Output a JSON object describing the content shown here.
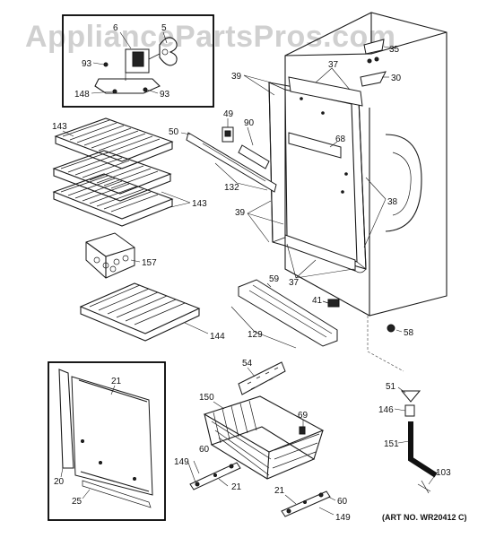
{
  "watermark": "AppliancePartsPros.com",
  "art_number": "(ART NO. WR20412 C)",
  "part_labels": {
    "p6": "6",
    "p5": "5",
    "p93a": "93",
    "p148": "148",
    "p93b": "93",
    "p35": "35",
    "p30": "30",
    "p37a": "37",
    "p39a": "39",
    "p143a": "143",
    "p49": "49",
    "p50": "50",
    "p90": "90",
    "p68": "68",
    "p132": "132",
    "p143b": "143",
    "p39b": "39",
    "p38": "38",
    "p157": "157",
    "p37b": "37",
    "p59": "59",
    "p41": "41",
    "p129": "129",
    "p144": "144",
    "p58": "58",
    "p21a": "21",
    "p54": "54",
    "p51": "51",
    "p150": "150",
    "p146": "146",
    "p69": "69",
    "p151": "151",
    "p60a": "60",
    "p149a": "149",
    "p21b": "21",
    "p103": "103",
    "p20": "20",
    "p25": "25",
    "p21c": "21",
    "p60b": "60",
    "p149b": "149"
  }
}
